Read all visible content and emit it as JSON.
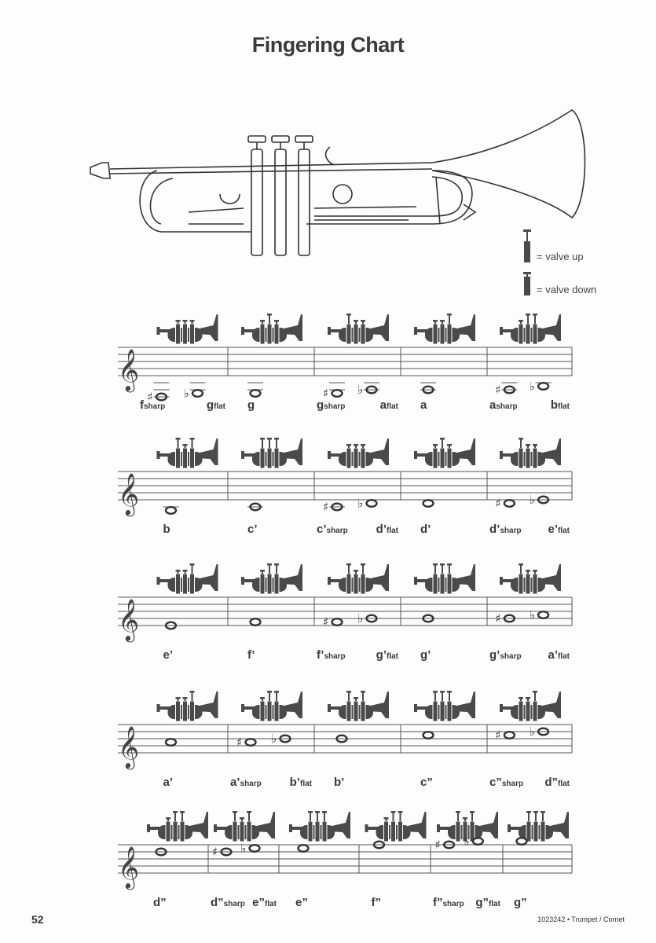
{
  "title": "Fingering Chart",
  "legend": {
    "up": "= valve up",
    "down": "= valve down"
  },
  "footer": {
    "page_number": "52",
    "catalog": "1023242 • Trumpet / Cornet"
  },
  "colors": {
    "ink": "#4a4a4a"
  },
  "rows": [
    {
      "measures": [
        {
          "valves": [
            1,
            1,
            1
          ],
          "notes": [
            {
              "step": -6,
              "acc": "♯",
              "name": "f",
              "sub": "sharp"
            },
            {
              "step": -5,
              "acc": "♭",
              "name": "g",
              "sub": "flat"
            }
          ]
        },
        {
          "valves": [
            1,
            0,
            1
          ],
          "notes": [
            {
              "step": -5,
              "acc": "",
              "name": "g",
              "sub": ""
            }
          ]
        },
        {
          "valves": [
            0,
            1,
            1
          ],
          "notes": [
            {
              "step": -5,
              "acc": "♯",
              "name": "g",
              "sub": "sharp"
            },
            {
              "step": -4,
              "acc": "♭",
              "name": "a",
              "sub": "flat"
            }
          ]
        },
        {
          "valves": [
            1,
            1,
            0
          ],
          "notes": [
            {
              "step": -4,
              "acc": "",
              "name": "a",
              "sub": ""
            }
          ]
        },
        {
          "valves": [
            1,
            0,
            0
          ],
          "notes": [
            {
              "step": -4,
              "acc": "♯",
              "name": "a",
              "sub": "sharp"
            },
            {
              "step": -3,
              "acc": "♭",
              "name": "b",
              "sub": "flat"
            }
          ]
        }
      ]
    },
    {
      "measures": [
        {
          "valves": [
            0,
            1,
            0
          ],
          "notes": [
            {
              "step": -3,
              "acc": "",
              "name": "b",
              "sub": ""
            }
          ]
        },
        {
          "valves": [
            0,
            0,
            0
          ],
          "notes": [
            {
              "step": -2,
              "acc": "",
              "name": "c’",
              "sub": ""
            }
          ]
        },
        {
          "valves": [
            1,
            1,
            1
          ],
          "notes": [
            {
              "step": -2,
              "acc": "♯",
              "name": "c’",
              "sub": "sharp"
            },
            {
              "step": -1,
              "acc": "♭",
              "name": "d’",
              "sub": "flat"
            }
          ]
        },
        {
          "valves": [
            1,
            0,
            1
          ],
          "notes": [
            {
              "step": -1,
              "acc": "",
              "name": "d’",
              "sub": ""
            }
          ]
        },
        {
          "valves": [
            0,
            1,
            1
          ],
          "notes": [
            {
              "step": -1,
              "acc": "♯",
              "name": "d’",
              "sub": "sharp"
            },
            {
              "step": 0,
              "acc": "♭",
              "name": "e’",
              "sub": "flat"
            }
          ]
        }
      ]
    },
    {
      "measures": [
        {
          "valves": [
            1,
            1,
            0
          ],
          "notes": [
            {
              "step": 0,
              "acc": "",
              "name": "e’",
              "sub": ""
            }
          ]
        },
        {
          "valves": [
            1,
            0,
            0
          ],
          "notes": [
            {
              "step": 1,
              "acc": "",
              "name": "f’",
              "sub": ""
            }
          ]
        },
        {
          "valves": [
            0,
            1,
            0
          ],
          "notes": [
            {
              "step": 1,
              "acc": "♯",
              "name": "f’",
              "sub": "sharp"
            },
            {
              "step": 2,
              "acc": "♭",
              "name": "g’",
              "sub": "flat"
            }
          ]
        },
        {
          "valves": [
            0,
            0,
            0
          ],
          "notes": [
            {
              "step": 2,
              "acc": "",
              "name": "g’",
              "sub": ""
            }
          ]
        },
        {
          "valves": [
            0,
            1,
            1
          ],
          "notes": [
            {
              "step": 2,
              "acc": "♯",
              "name": "g’",
              "sub": "sharp"
            },
            {
              "step": 3,
              "acc": "♭",
              "name": "a’",
              "sub": "flat"
            }
          ]
        }
      ]
    },
    {
      "measures": [
        {
          "valves": [
            1,
            1,
            0
          ],
          "notes": [
            {
              "step": 3,
              "acc": "",
              "name": "a’",
              "sub": ""
            }
          ]
        },
        {
          "valves": [
            1,
            0,
            0
          ],
          "notes": [
            {
              "step": 3,
              "acc": "♯",
              "name": "a’",
              "sub": "sharp"
            },
            {
              "step": 4,
              "acc": "♭",
              "name": "b’",
              "sub": "flat"
            }
          ]
        },
        {
          "valves": [
            0,
            1,
            0
          ],
          "notes": [
            {
              "step": 4,
              "acc": "",
              "name": "b’",
              "sub": ""
            }
          ]
        },
        {
          "valves": [
            0,
            0,
            0
          ],
          "notes": [
            {
              "step": 5,
              "acc": "",
              "name": "c”",
              "sub": ""
            }
          ]
        },
        {
          "valves": [
            1,
            1,
            0
          ],
          "notes": [
            {
              "step": 5,
              "acc": "♯",
              "name": "c”",
              "sub": "sharp"
            },
            {
              "step": 6,
              "acc": "♭",
              "name": "d”",
              "sub": "flat"
            }
          ]
        }
      ]
    },
    {
      "measures": [
        {
          "valves": [
            1,
            0,
            0
          ],
          "notes": [
            {
              "step": 6,
              "acc": "",
              "name": "d”",
              "sub": ""
            }
          ]
        },
        {
          "valves": [
            0,
            1,
            0
          ],
          "notes": [
            {
              "step": 6,
              "acc": "♯",
              "name": "d”",
              "sub": "sharp"
            },
            {
              "step": 7,
              "acc": "♭",
              "name": "e”",
              "sub": "flat"
            }
          ]
        },
        {
          "valves": [
            0,
            0,
            0
          ],
          "notes": [
            {
              "step": 7,
              "acc": "",
              "name": "e”",
              "sub": ""
            }
          ]
        },
        {
          "valves": [
            1,
            0,
            0
          ],
          "notes": [
            {
              "step": 8,
              "acc": "",
              "name": "f”",
              "sub": ""
            }
          ]
        },
        {
          "valves": [
            0,
            1,
            0
          ],
          "notes": [
            {
              "step": 8,
              "acc": "♯",
              "name": "f”",
              "sub": "sharp"
            },
            {
              "step": 9,
              "acc": "♭",
              "name": "g”",
              "sub": "flat"
            }
          ]
        },
        {
          "valves": [
            0,
            0,
            0
          ],
          "notes": [
            {
              "step": 9,
              "acc": "",
              "name": "g”",
              "sub": ""
            }
          ]
        }
      ]
    }
  ]
}
